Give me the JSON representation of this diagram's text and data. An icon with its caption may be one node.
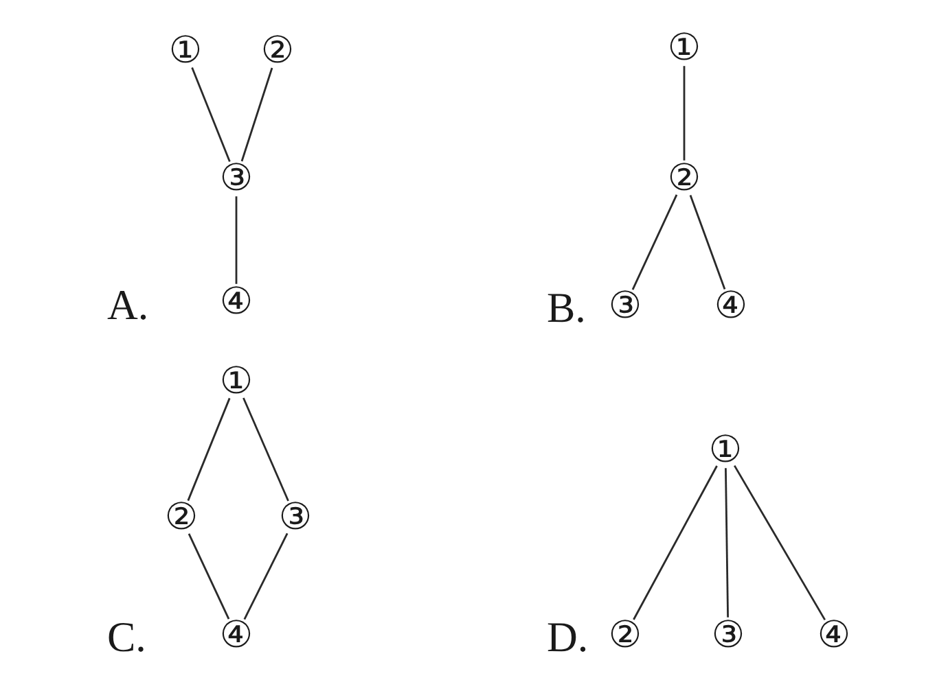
{
  "diagram": {
    "nodes": [
      {
        "text": [
          "①"
        ]
      },
      {
        "text": [
          "②"
        ]
      },
      {
        "text": [
          "③"
        ]
      },
      {
        "text": [
          "④"
        ]
      },
      {
        "text": [
          "①"
        ]
      },
      {
        "text": [
          "②"
        ]
      },
      {
        "text": [
          "③"
        ]
      },
      {
        "text": [
          "④"
        ]
      },
      {
        "text": [
          "①"
        ]
      },
      {
        "text": [
          "②"
        ]
      },
      {
        "text": [
          "③"
        ]
      },
      {
        "text": [
          "④"
        ]
      },
      {
        "text": [
          "①"
        ]
      },
      {
        "text": [
          "②"
        ]
      },
      {
        "text": [
          "③"
        ]
      },
      {
        "text": [
          "④"
        ]
      }
    ],
    "edges": [
      {
        "from": 0,
        "to": 2,
        "arrow": "none"
      },
      {
        "from": 1,
        "to": 2,
        "arrow": "none"
      },
      {
        "from": 2,
        "to": 3,
        "arrow": "none"
      },
      {
        "from": 4,
        "to": 5,
        "arrow": "none"
      },
      {
        "from": 5,
        "to": 6,
        "arrow": "none"
      },
      {
        "from": 5,
        "to": 7,
        "arrow": "none"
      },
      {
        "from": 8,
        "to": 9,
        "arrow": "none"
      },
      {
        "from": 8,
        "to": 10,
        "arrow": "none"
      },
      {
        "from": 9,
        "to": 11,
        "arrow": "none"
      },
      {
        "from": 10,
        "to": 11,
        "arrow": "none"
      },
      {
        "from": 12,
        "to": 13,
        "arrow": "none"
      },
      {
        "from": 12,
        "to": 14,
        "arrow": "none"
      },
      {
        "from": 12,
        "to": 15,
        "arrow": "none"
      }
    ],
    "labels": [
      "A.",
      "B.",
      "C.",
      "D."
    ]
  }
}
